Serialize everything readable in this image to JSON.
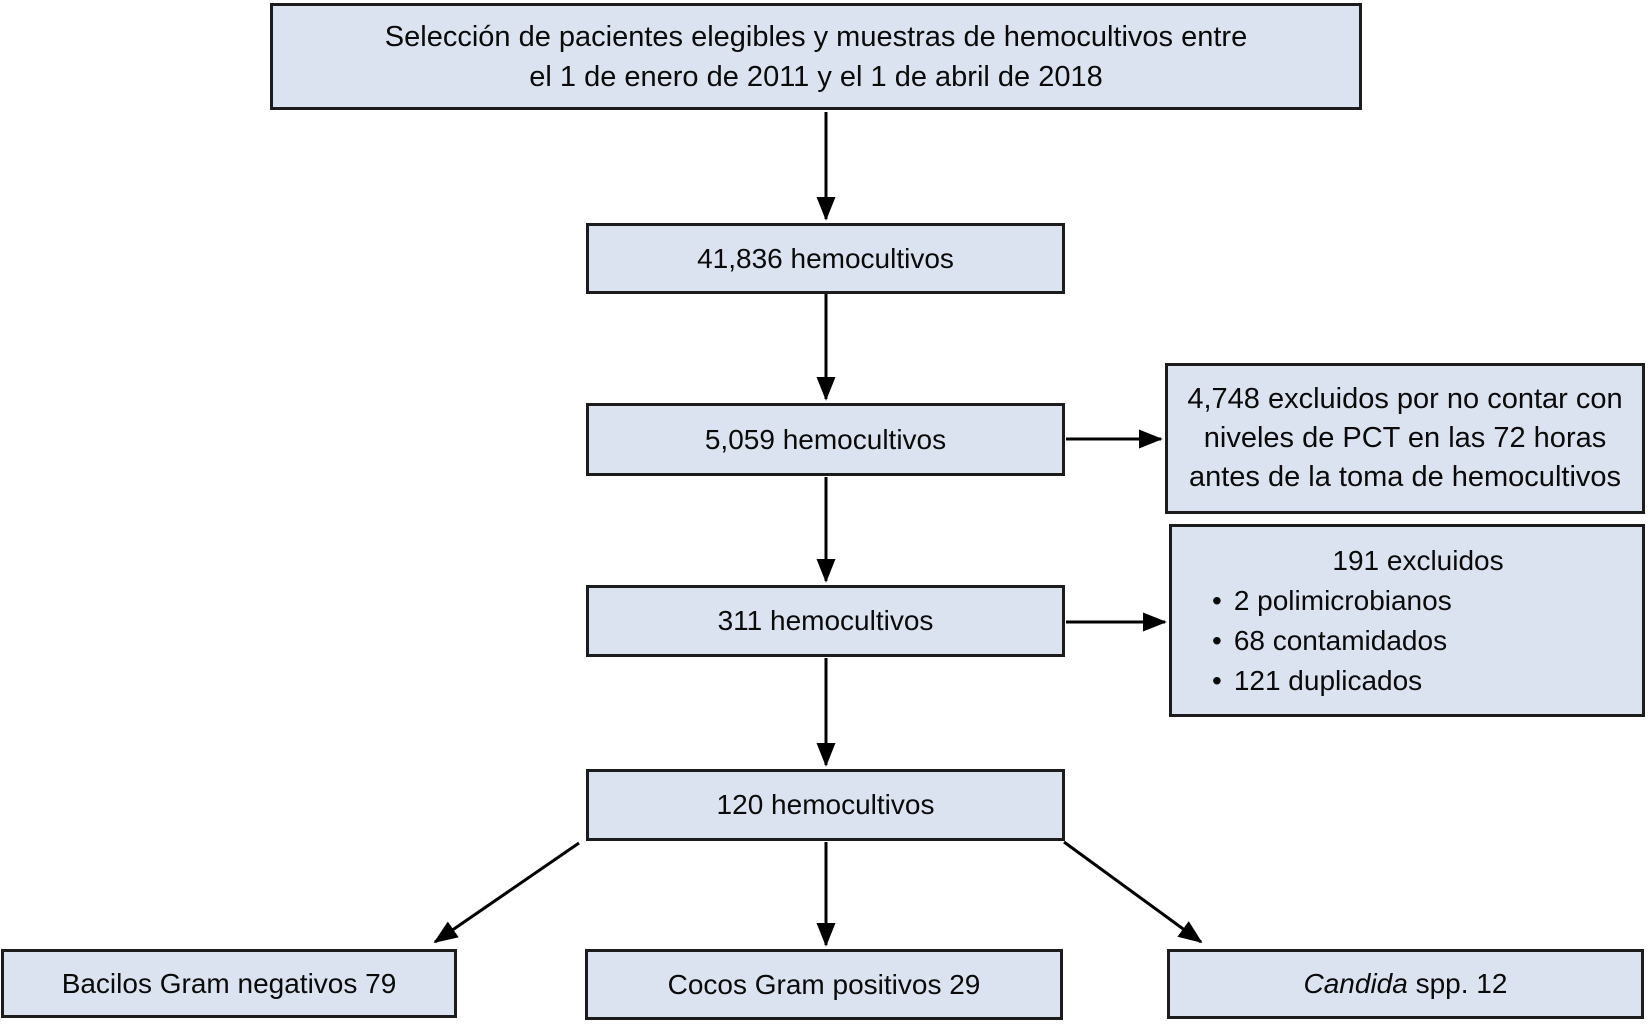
{
  "diagram": {
    "colors": {
      "background": "#ffffff",
      "box_fill": "#dce3f0",
      "box_border": "#1c1c1c",
      "arrow": "#000000",
      "text": "#0a0a0a"
    },
    "title": {
      "line1": "Selección de pacientes elegibles y muestras de hemocultivos entre",
      "line2": "el 1 de enero de 2011 y el 1 de abril de 2018"
    },
    "steps": {
      "step1": "41,836 hemocultivos",
      "step2": "5,059 hemocultivos",
      "step3": "311 hemocultivos",
      "step4": "120 hemocultivos"
    },
    "exclusion1": {
      "line1": "4,748 excluidos por no contar con",
      "line2": "niveles de PCT en las 72 horas",
      "line3": "antes de la toma de hemocultivos"
    },
    "exclusion2": {
      "heading": "191 excluidos",
      "bullet_glyph": "•",
      "bullets": [
        "2 polimicrobianos",
        "68 contamidados",
        "121 duplicados"
      ]
    },
    "outcomes": {
      "gram_negative": "Bacilos Gram negativos 79",
      "gram_positive": "Cocos Gram positivos 29",
      "candida_italic": "Candida",
      "candida_rest": " spp. 12"
    }
  }
}
